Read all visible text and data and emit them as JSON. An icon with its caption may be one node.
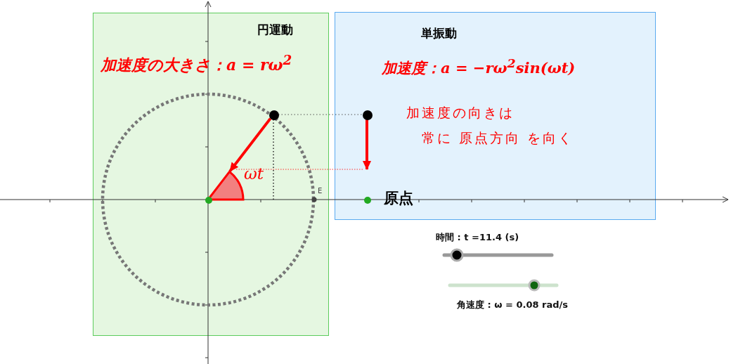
{
  "diagram": {
    "nodes": [
      {
        "text": [
          "円運動",
          "加速度の大きさ：a = rω$^{2}$"
        ]
      },
      {
        "text": [
          "単振動",
          "加速度：a = −rω$^{2}$sin(ωt)"
        ]
      },
      {
        "text": [],
        "shape": "circle",
        "in": 0
      },
      {
        "text": [],
        "shape": "circle",
        "in": 1
      },
      {
        "text": [],
        "shape": "circle",
        "in": 0
      },
      {
        "text": [],
        "shape": "circle",
        "in": 1,
        "beside": [
          "原点"
        ]
      }
    ],
    "edges": [
      {
        "from": 2,
        "to": 4,
        "arrow": "to"
      },
      {
        "from": 3,
        "to": null,
        "arrow": "to"
      },
      {
        "from": 2,
        "to": 3,
        "arrow": "none",
        "style": "dashed",
        "color": "#555555"
      }
    ],
    "labels": [
      "ωt",
      "E",
      "加速度の向きは常に 原点方向 を向く",
      "時間 : t =11.4 (s)",
      "角速度 : ω = 0.08 rad/s"
    ]
  }
}
